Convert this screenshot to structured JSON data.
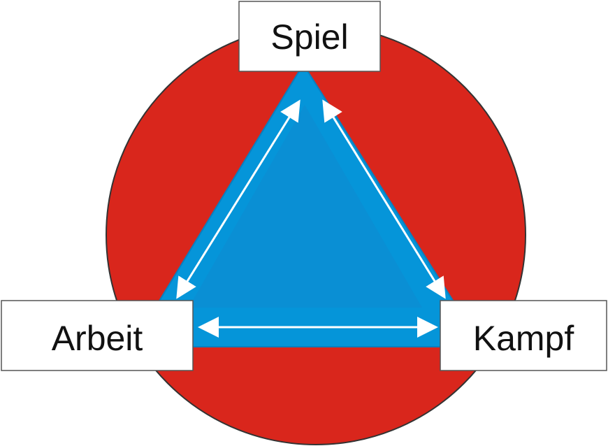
{
  "diagram": {
    "nodes": {
      "top": "Spiel",
      "left": "Arbeit",
      "right": "Kampf"
    },
    "edges": [
      {
        "from": "Spiel",
        "to": "Arbeit",
        "bidirectional": true
      },
      {
        "from": "Spiel",
        "to": "Kampf",
        "bidirectional": true
      },
      {
        "from": "Arbeit",
        "to": "Kampf",
        "bidirectional": true
      }
    ]
  },
  "colors": {
    "circle": "#d9261c",
    "triangle": "#0595d9",
    "triangle_inner": "#0a8fd4",
    "arrow": "#ffffff",
    "box_fill": "#ffffff",
    "box_stroke": "#555555",
    "outline": "#333333"
  }
}
